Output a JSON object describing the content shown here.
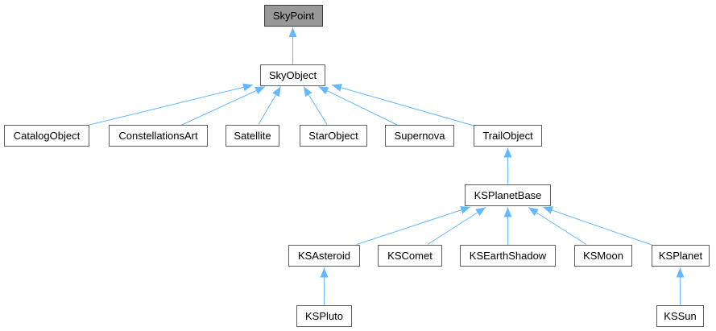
{
  "diagram": {
    "type": "class-inheritance-graph",
    "colors": {
      "background": "#ffffff",
      "edge": "#63b8ff",
      "node_fill": "#ffffff",
      "node_border": "#5f5f5f",
      "highlighted_node_fill": "#999999",
      "highlighted_node_border": "#3d3d3d",
      "text": "#000000"
    },
    "nodes": [
      {
        "id": "skypoint",
        "label": "SkyPoint",
        "highlighted": true
      },
      {
        "id": "skyobject",
        "label": "SkyObject",
        "highlighted": false
      },
      {
        "id": "catalogobject",
        "label": "CatalogObject",
        "highlighted": false
      },
      {
        "id": "constellationsart",
        "label": "ConstellationsArt",
        "highlighted": false
      },
      {
        "id": "satellite",
        "label": "Satellite",
        "highlighted": false
      },
      {
        "id": "starobject",
        "label": "StarObject",
        "highlighted": false
      },
      {
        "id": "supernova",
        "label": "Supernova",
        "highlighted": false
      },
      {
        "id": "trailobject",
        "label": "TrailObject",
        "highlighted": false
      },
      {
        "id": "ksplanetbase",
        "label": "KSPlanetBase",
        "highlighted": false
      },
      {
        "id": "ksasteroid",
        "label": "KSAsteroid",
        "highlighted": false
      },
      {
        "id": "kscomet",
        "label": "KSComet",
        "highlighted": false
      },
      {
        "id": "ksearthshadow",
        "label": "KSEarthShadow",
        "highlighted": false
      },
      {
        "id": "ksmoon",
        "label": "KSMoon",
        "highlighted": false
      },
      {
        "id": "ksplanet",
        "label": "KSPlanet",
        "highlighted": false
      },
      {
        "id": "kspluto",
        "label": "KSPluto",
        "highlighted": false
      },
      {
        "id": "kssun",
        "label": "KSSun",
        "highlighted": false
      }
    ],
    "edges": [
      {
        "child": "SkyObject",
        "parent": "SkyPoint"
      },
      {
        "child": "CatalogObject",
        "parent": "SkyObject"
      },
      {
        "child": "ConstellationsArt",
        "parent": "SkyObject"
      },
      {
        "child": "Satellite",
        "parent": "SkyObject"
      },
      {
        "child": "StarObject",
        "parent": "SkyObject"
      },
      {
        "child": "Supernova",
        "parent": "SkyObject"
      },
      {
        "child": "TrailObject",
        "parent": "SkyObject"
      },
      {
        "child": "KSPlanetBase",
        "parent": "TrailObject"
      },
      {
        "child": "KSAsteroid",
        "parent": "KSPlanetBase"
      },
      {
        "child": "KSComet",
        "parent": "KSPlanetBase"
      },
      {
        "child": "KSEarthShadow",
        "parent": "KSPlanetBase"
      },
      {
        "child": "KSMoon",
        "parent": "KSPlanetBase"
      },
      {
        "child": "KSPlanet",
        "parent": "KSPlanetBase"
      },
      {
        "child": "KSPluto",
        "parent": "KSAsteroid"
      },
      {
        "child": "KSSun",
        "parent": "KSPlanet"
      }
    ]
  }
}
